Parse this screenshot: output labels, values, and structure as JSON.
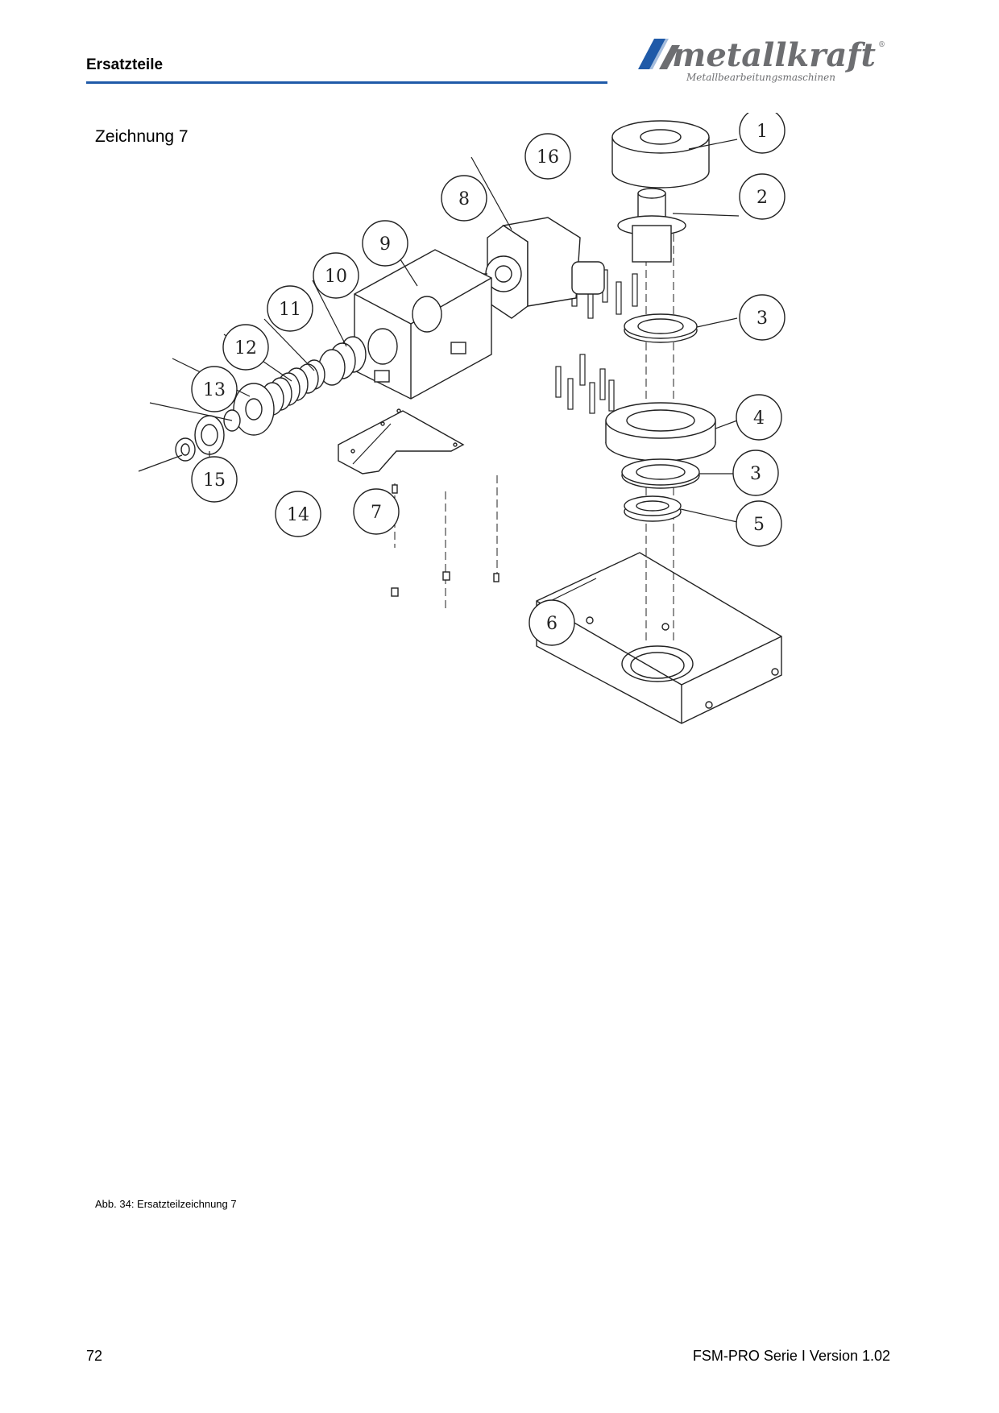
{
  "header": {
    "section_title": "Ersatzteile",
    "logo_text": "metallkraft",
    "logo_subtitle": "Metallbearbeitungsmaschinen",
    "logo_registered": "®",
    "rule_color": "#1f5aa8"
  },
  "drawing": {
    "title": "Zeichnung 7",
    "callouts": [
      "1",
      "2",
      "3",
      "4",
      "3",
      "5",
      "6",
      "7",
      "8",
      "9",
      "10",
      "11",
      "12",
      "13",
      "14",
      "15",
      "16"
    ]
  },
  "caption": "Abb. 34: Ersatzteilzeichnung 7",
  "footer": {
    "page_number": "72",
    "version": "FSM-PRO Serie I Version 1.02"
  }
}
